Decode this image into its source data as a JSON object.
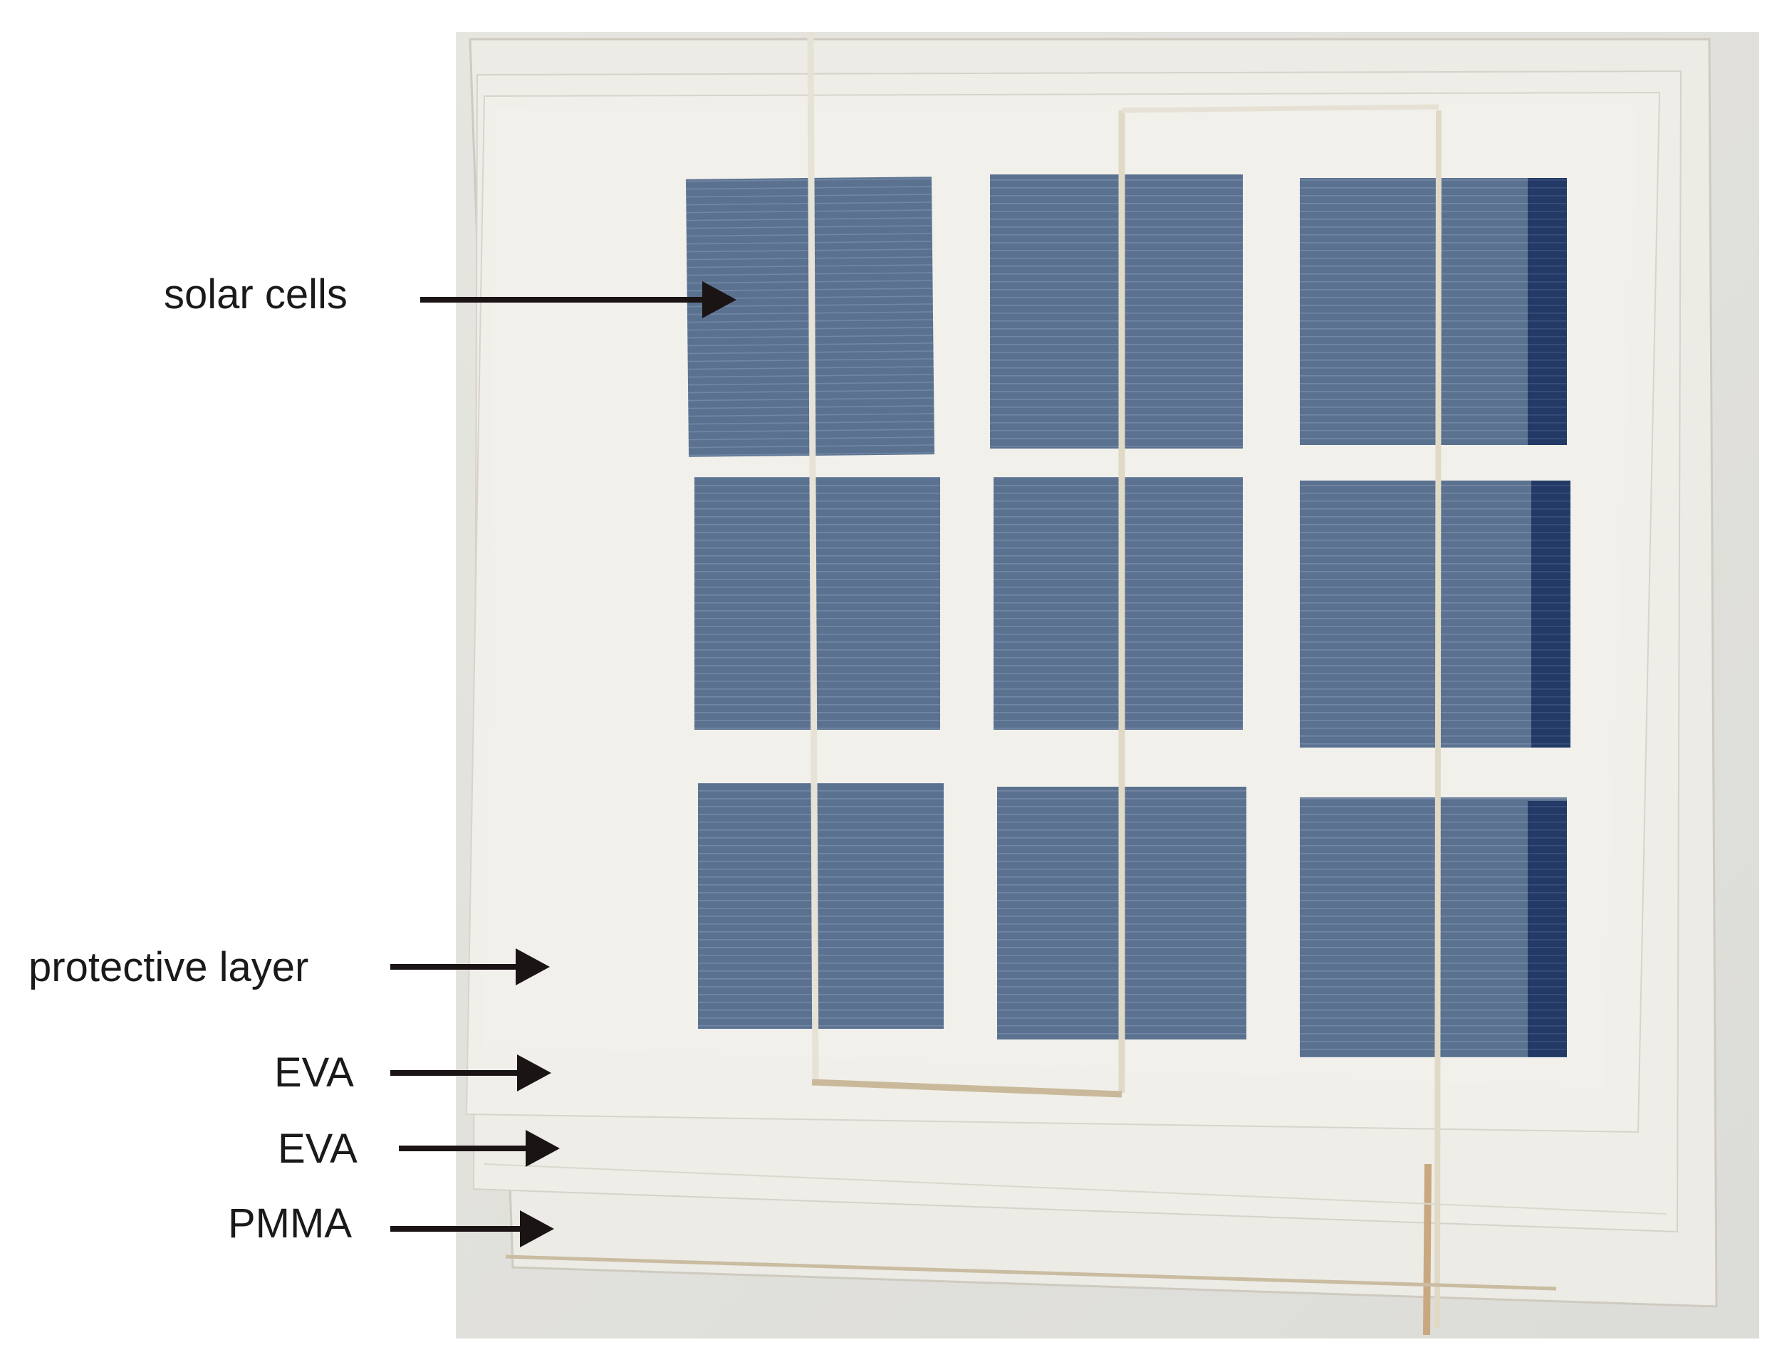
{
  "labels": {
    "solar_cells": "solar cells",
    "protective_layer": "protective layer",
    "eva_1": "EVA",
    "eva_2": "EVA",
    "pmma": "PMMA"
  },
  "colors": {
    "background": "#ffffff",
    "photo_backdrop": "#e4e3de",
    "pmma_panel": "#ecebe6",
    "eva_film": "#efeee9",
    "cell_blue": "#5a7190",
    "cell_dark_edge": "#243a66",
    "ribbon": "#d8cfb8",
    "text": "#1a1a1a"
  }
}
